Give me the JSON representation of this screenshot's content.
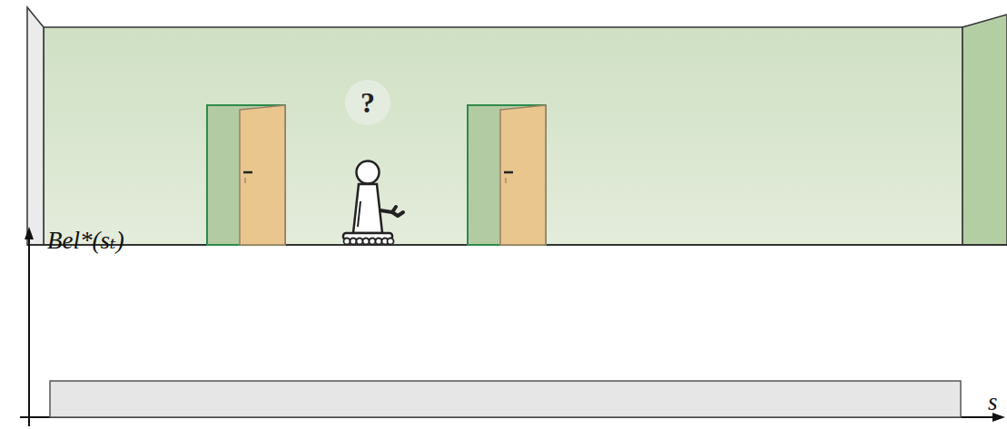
{
  "diagram": {
    "nodes": [
      {
        "text": [
          "?"
        ]
      }
    ],
    "labels": [
      "Bel*(sₜ)",
      "s"
    ]
  }
}
